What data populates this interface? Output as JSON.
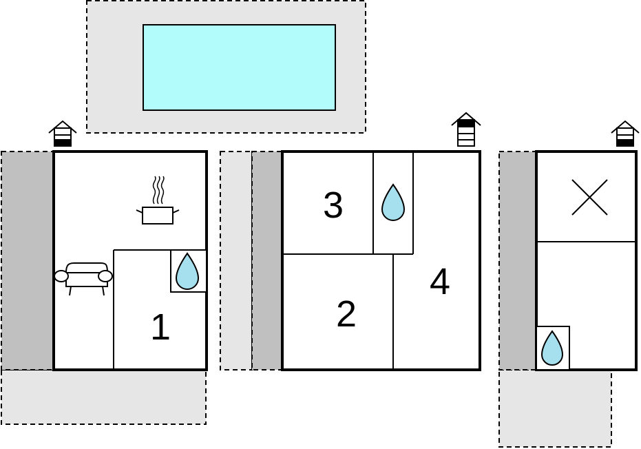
{
  "colors": {
    "terrace": "#e6e6e6",
    "covered_terrace": "#c0c0c0",
    "pool_water": "#b3fcfc",
    "water_drop": "#a6e0ee",
    "wall": "#000000",
    "background": "#ffffff"
  },
  "icons": {
    "bathroom": "water-drop-icon",
    "kitchen": "cooking-pot-icon",
    "living_room": "sofa-icon",
    "entrance": "house-entrance-icon",
    "storage": "cross-icon"
  },
  "rooms": {
    "room_1": "1",
    "room_2": "2",
    "room_3": "3",
    "room_4": "4"
  }
}
